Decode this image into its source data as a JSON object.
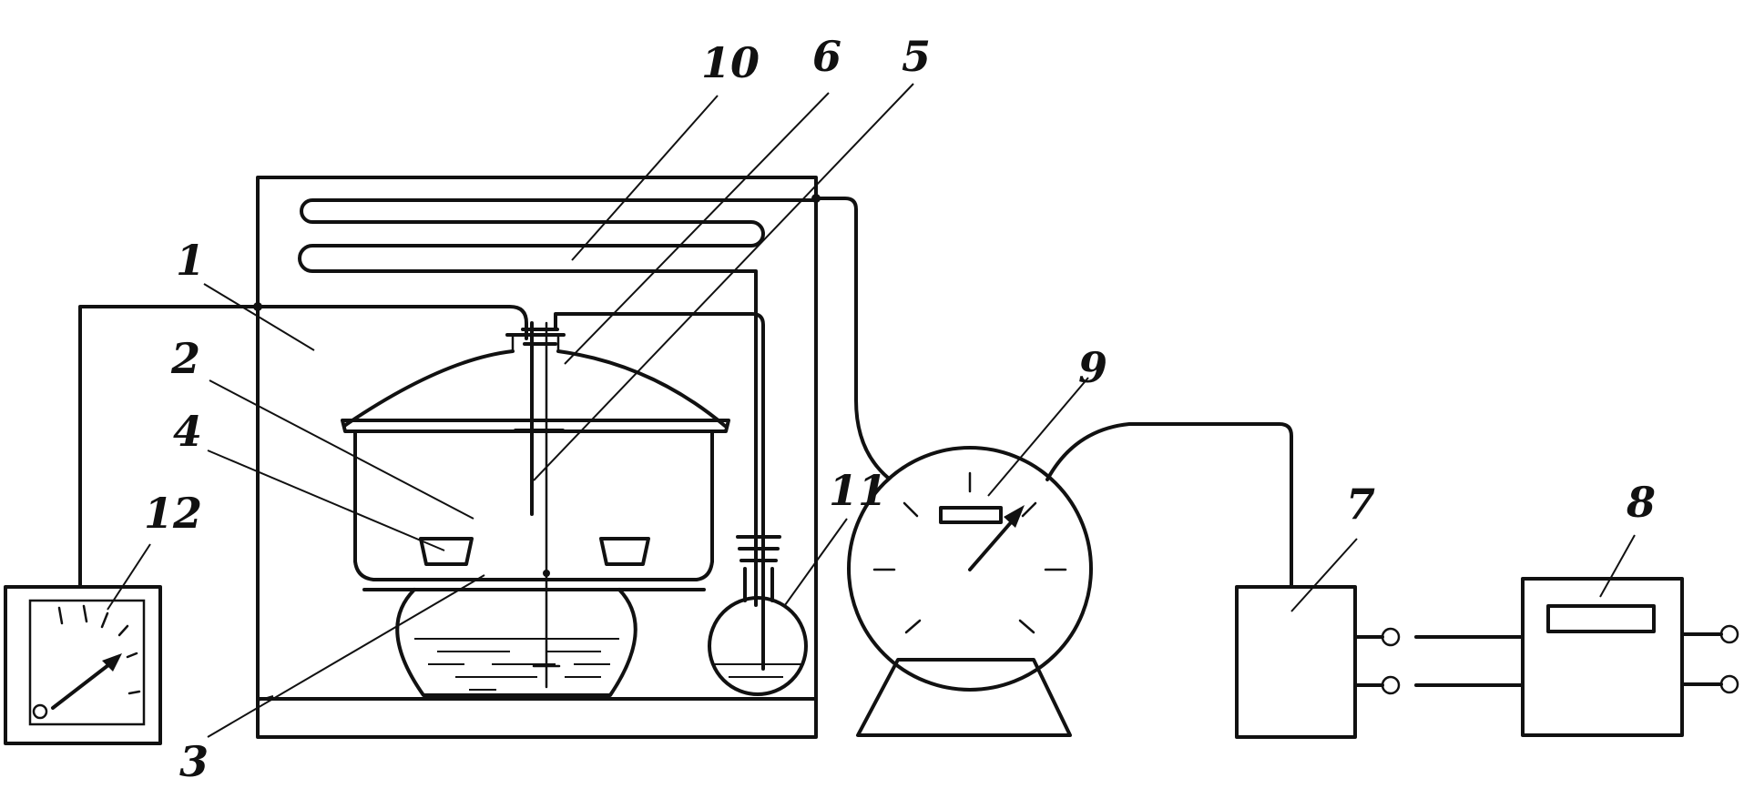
{
  "labels": {
    "l1": "1",
    "l2": "2",
    "l3": "3",
    "l4": "4",
    "l5": "5",
    "l6": "6",
    "l7": "7",
    "l8": "8",
    "l9": "9",
    "l10": "10",
    "l11": "11",
    "l12": "12"
  },
  "colors": {
    "ink": "#111111",
    "background": "#ffffff"
  }
}
